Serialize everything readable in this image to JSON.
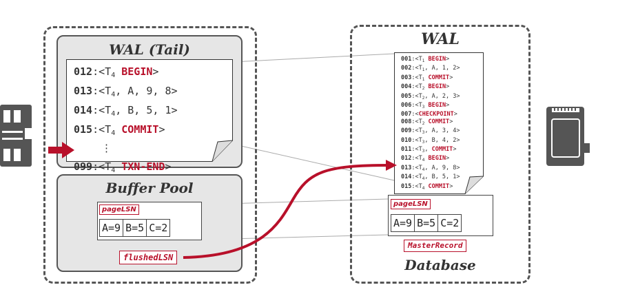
{
  "memory": {
    "wal_tail": {
      "title": "WAL (Tail)",
      "lines": [
        {
          "lsn": "012",
          "sub": "4",
          "kw": "BEGIN",
          "args": ""
        },
        {
          "lsn": "013",
          "sub": "4",
          "kw": "",
          "args": ", A, 9, 8"
        },
        {
          "lsn": "014",
          "sub": "4",
          "kw": "",
          "args": ", B, 5, 1"
        },
        {
          "lsn": "015",
          "sub": "4",
          "kw": "COMMIT",
          "args": ""
        }
      ],
      "ellipsis": "⋮",
      "last_line": {
        "lsn": "099",
        "sub": "4",
        "kw": "TXN-END"
      }
    },
    "buffer_pool": {
      "title": "Buffer Pool",
      "page_lsn_label": "pageLSN",
      "cells": [
        "A=9",
        "B=5",
        "C=2"
      ],
      "flushed_lsn_label": "flushedLSN"
    }
  },
  "disk": {
    "wal": {
      "title": "WAL",
      "lines": [
        {
          "lsn": "001",
          "sub": "1",
          "kw": "BEGIN",
          "args": ""
        },
        {
          "lsn": "002",
          "sub": "1",
          "kw": "",
          "args": ", A, 1, 2"
        },
        {
          "lsn": "003",
          "sub": "1",
          "kw": "COMMIT",
          "args": ""
        },
        {
          "lsn": "004",
          "sub": "2",
          "kw": "BEGIN",
          "args": ""
        },
        {
          "lsn": "005",
          "sub": "2",
          "kw": "",
          "args": ", A, 2, 3"
        },
        {
          "lsn": "006",
          "sub": "3",
          "kw": "BEGIN",
          "args": ""
        },
        {
          "lsn": "007",
          "sub": "",
          "kw": "CHECKPOINT",
          "args": ""
        },
        {
          "lsn": "008",
          "sub": "2",
          "kw": "COMMIT",
          "args": ""
        },
        {
          "lsn": "009",
          "sub": "3",
          "kw": "",
          "args": ", A, 3, 4"
        },
        {
          "lsn": "010",
          "sub": "3",
          "kw": "",
          "args": ", B, 4, 2"
        },
        {
          "lsn": "011",
          "sub": "3",
          "kw": "COMMIT",
          "args": ""
        },
        {
          "lsn": "012",
          "sub": "4",
          "kw": "BEGIN",
          "args": ""
        },
        {
          "lsn": "013",
          "sub": "4",
          "kw": "",
          "args": ", A, 9, 8"
        },
        {
          "lsn": "014",
          "sub": "4",
          "kw": "",
          "args": ", B, 5, 1"
        },
        {
          "lsn": "015",
          "sub": "4",
          "kw": "COMMIT",
          "args": ""
        }
      ]
    },
    "database": {
      "title": "Database",
      "page_lsn_label": "pageLSN",
      "cells": [
        "A=9",
        "B=5",
        "C=2"
      ],
      "master_record_label": "MasterRecord"
    }
  },
  "colors": {
    "accent": "#b8102a",
    "border": "#555555",
    "panel": "#e6e6e6"
  },
  "icons": {
    "memory": "ram-chip-icon",
    "disk": "ssd-drive-icon",
    "pointer": "arrow-right-icon"
  }
}
